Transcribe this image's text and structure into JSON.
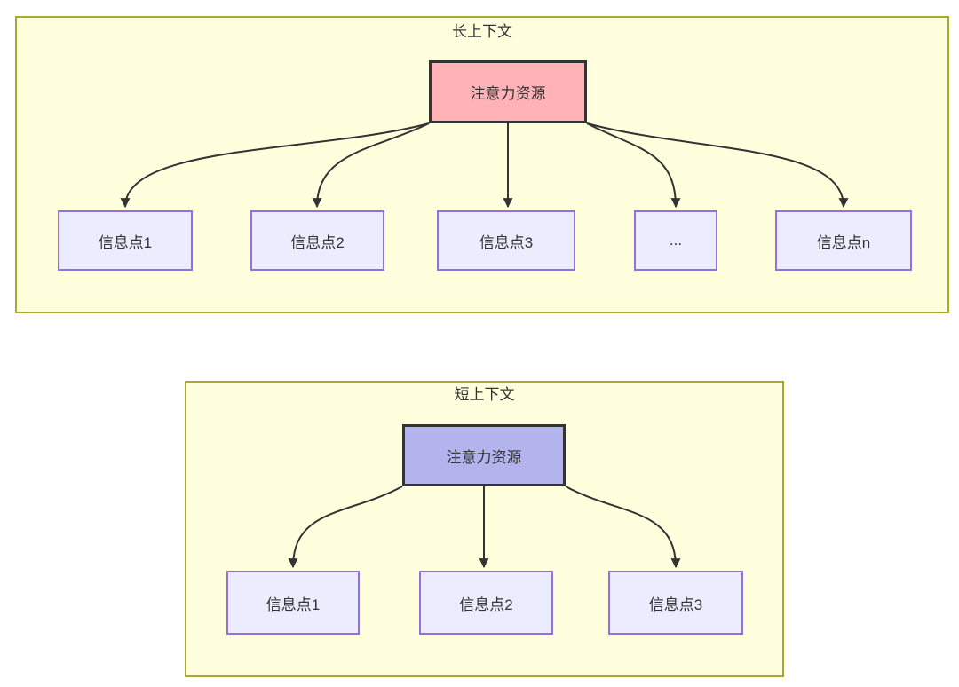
{
  "long_context": {
    "title": "长上下文",
    "attention_label": "注意力资源",
    "nodes": [
      "信息点1",
      "信息点2",
      "信息点3",
      "...",
      "信息点n"
    ]
  },
  "short_context": {
    "title": "短上下文",
    "attention_label": "注意力资源",
    "nodes": [
      "信息点1",
      "信息点2",
      "信息点3"
    ]
  },
  "colors": {
    "page_bg": "#ffffff",
    "container_fill": "#ffffde",
    "container_border": "#aaaa33",
    "node_fill": "#ececff",
    "node_border": "#9370db",
    "attention_long_fill": "#ffb3b6",
    "attention_short_fill": "#b3b3ee",
    "attention_border": "#333333",
    "arrow_color": "#333333",
    "text_color": "#333333"
  }
}
